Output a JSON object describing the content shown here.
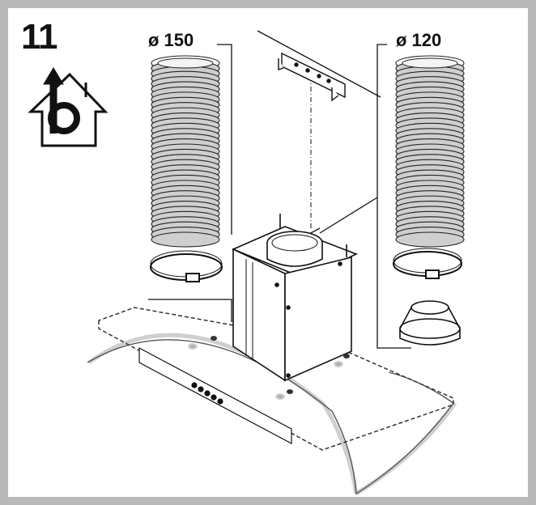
{
  "step": {
    "number": "11"
  },
  "labels": {
    "duct_150": "ø 150",
    "duct_120": "ø 120"
  },
  "icons": {
    "step_icon": "house-with-ducting-outlet-icon"
  },
  "colors": {
    "frame": "#b9b9b9",
    "duct_fill": "#cfcfcf",
    "line": "#111111",
    "glass_light": "#d4d4d4"
  }
}
